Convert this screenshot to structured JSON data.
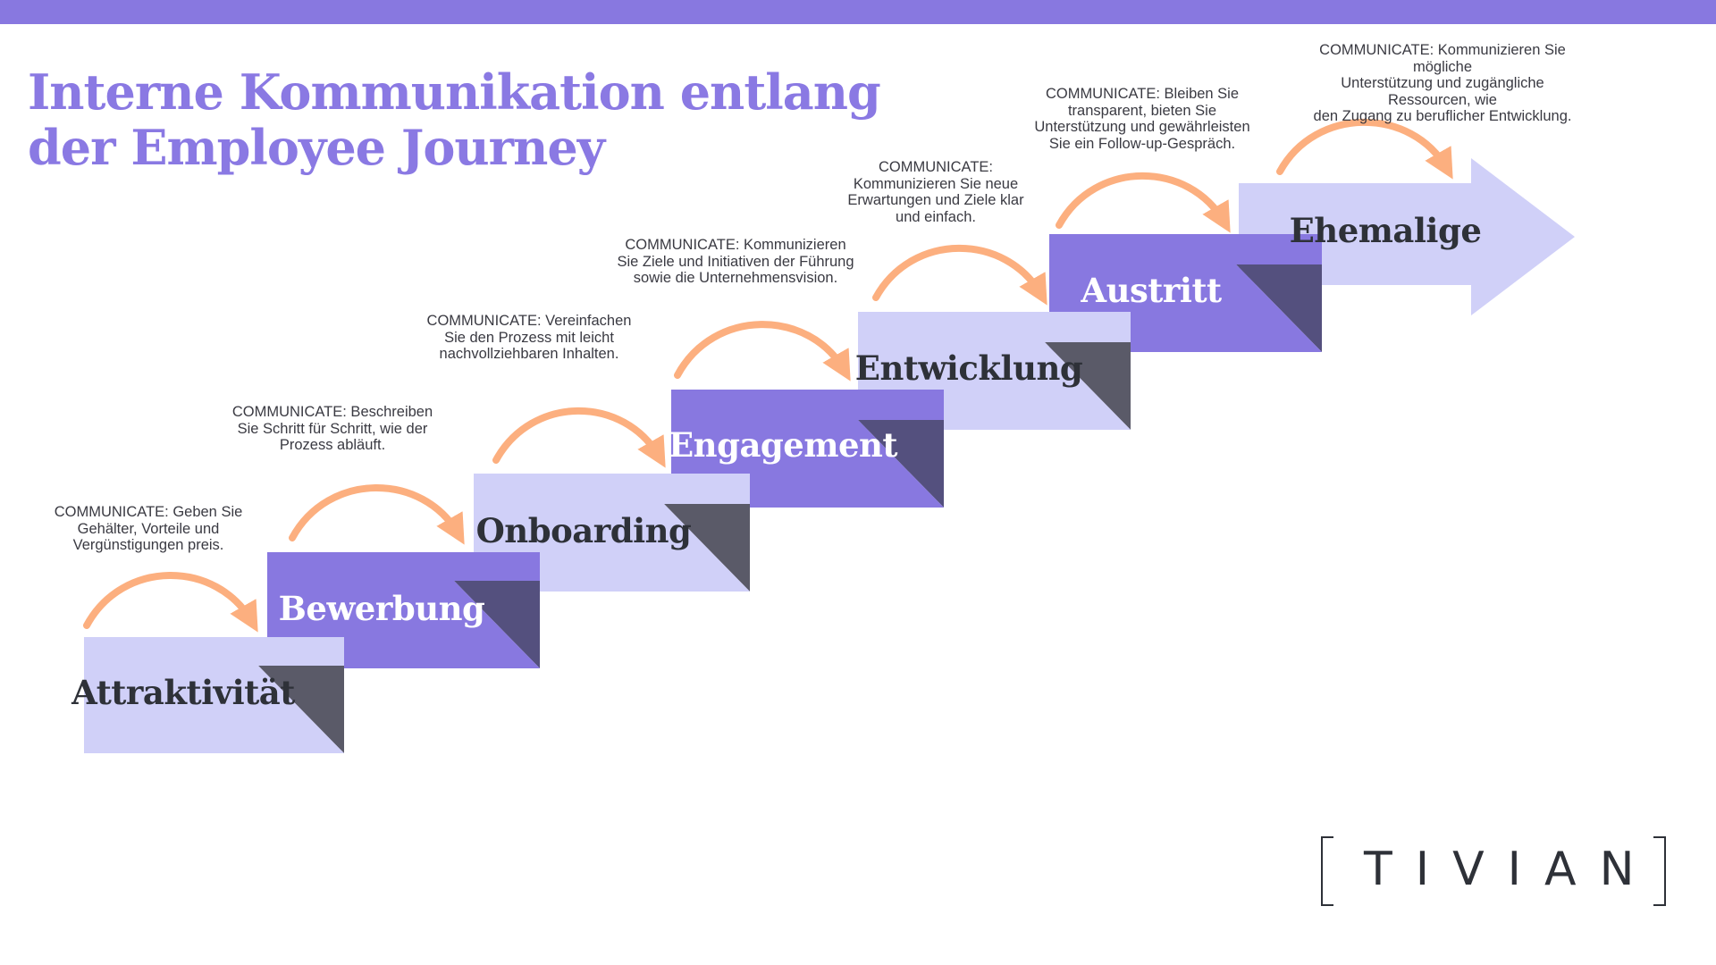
{
  "title": {
    "line1": "Interne Kommunikation entlang",
    "line2": "der Employee Journey"
  },
  "steps": [
    {
      "label": "Attraktivität",
      "note": "COMMUNICATE: Geben Sie\nGehälter, Vorteile und\nVergünstigungen preis."
    },
    {
      "label": "Bewerbung",
      "note": "COMMUNICATE: Beschreiben\nSie Schritt für Schritt, wie der\nProzess abläuft."
    },
    {
      "label": "Onboarding",
      "note": "COMMUNICATE: Vereinfachen\nSie den Prozess mit leicht\nnachvollziehbaren Inhalten."
    },
    {
      "label": "Engagement",
      "note": "COMMUNICATE:  Kommunizieren\nSie Ziele und Initiativen der Führung\nsowie die Unternehmensvision."
    },
    {
      "label": "Entwicklung",
      "note": "COMMUNICATE:\nKommunizieren Sie neue\nErwartungen und Ziele klar\nund einfach."
    },
    {
      "label": "Austritt",
      "note": "COMMUNICATE: Bleiben Sie\ntransparent, bieten Sie\nUnterstützung und gewährleisten\nSie ein Follow-up-Gespräch."
    },
    {
      "label": "Ehemalige",
      "note": "COMMUNICATE: Kommunizieren Sie mögliche\nUnterstützung und zugängliche Ressourcen, wie\nden Zugang zu beruflicher Entwicklung."
    }
  ],
  "colors": {
    "accent": "#8a79e3",
    "light_step": "#d0d0f8",
    "dark_step": "#8878e0",
    "arrow": "#fcaf7f",
    "text_dark": "#2e3138"
  },
  "logo": {
    "text": "TIVIAN"
  }
}
